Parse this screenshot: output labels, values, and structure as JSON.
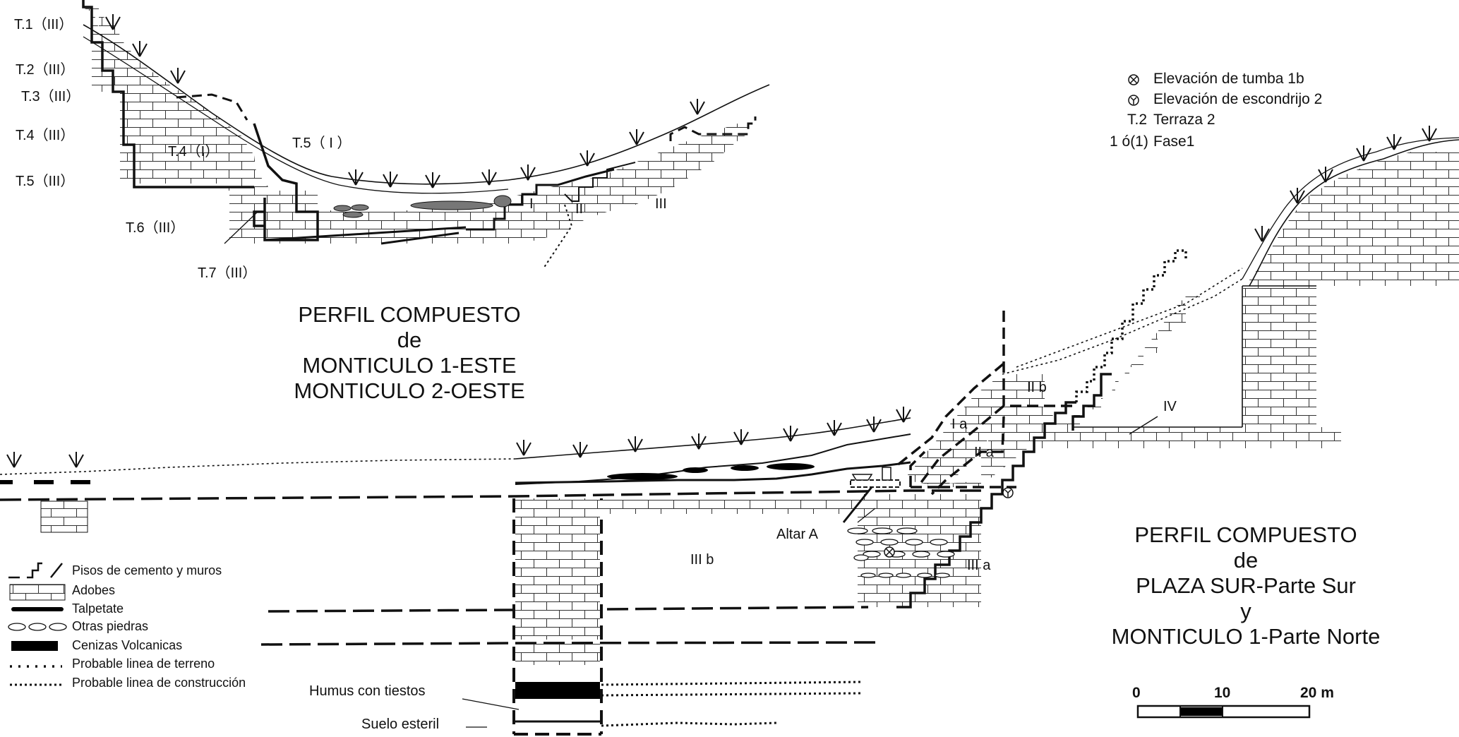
{
  "terrace_labels": [
    "T.1（III）",
    "T.2（III）",
    "T.3（III）",
    "T.4（III）",
    "T.5（III）",
    "T.6（III）",
    "T.7（III）"
  ],
  "inner_labels": {
    "t4_i": "T.4（I）",
    "t5_i": "T.5（ I ）",
    "phase_i": "I",
    "phase_ii": "II",
    "phase_iii": "III",
    "phase_iv": "IV",
    "iia": "II a",
    "ia": "I a",
    "iib": "II b",
    "iiia": "III a",
    "iiib": "III b",
    "altar": "Altar A",
    "humus": "Humus con tiestos",
    "suelo": "Suelo esteril"
  },
  "title_west": [
    "PERFIL COMPUESTO",
    "de",
    "MONTICULO 1-ESTE",
    "MONTICULO 2-OESTE"
  ],
  "title_east": [
    "PERFIL COMPUESTO",
    "de",
    "PLAZA SUR-Parte Sur",
    "y",
    "MONTICULO 1-Parte Norte"
  ],
  "key": [
    {
      "symbol": "⊗",
      "text": "Elevación de tumba 1b"
    },
    {
      "symbol": "Ⓨ",
      "text": "Elevación de escondrijo 2"
    },
    {
      "symbol": "T.2",
      "text": "Terraza 2"
    },
    {
      "symbol": "1 ó(1)",
      "text": "Fase1"
    }
  ],
  "legend": [
    "Pisos de cemento y muros",
    "Adobes",
    "Talpetate",
    "Otras piedras",
    "Cenizas Volcanicas",
    "Probable linea de terreno",
    "Probable linea de construcción"
  ],
  "scale": {
    "labels": [
      "0",
      "10",
      "20 m"
    ]
  }
}
